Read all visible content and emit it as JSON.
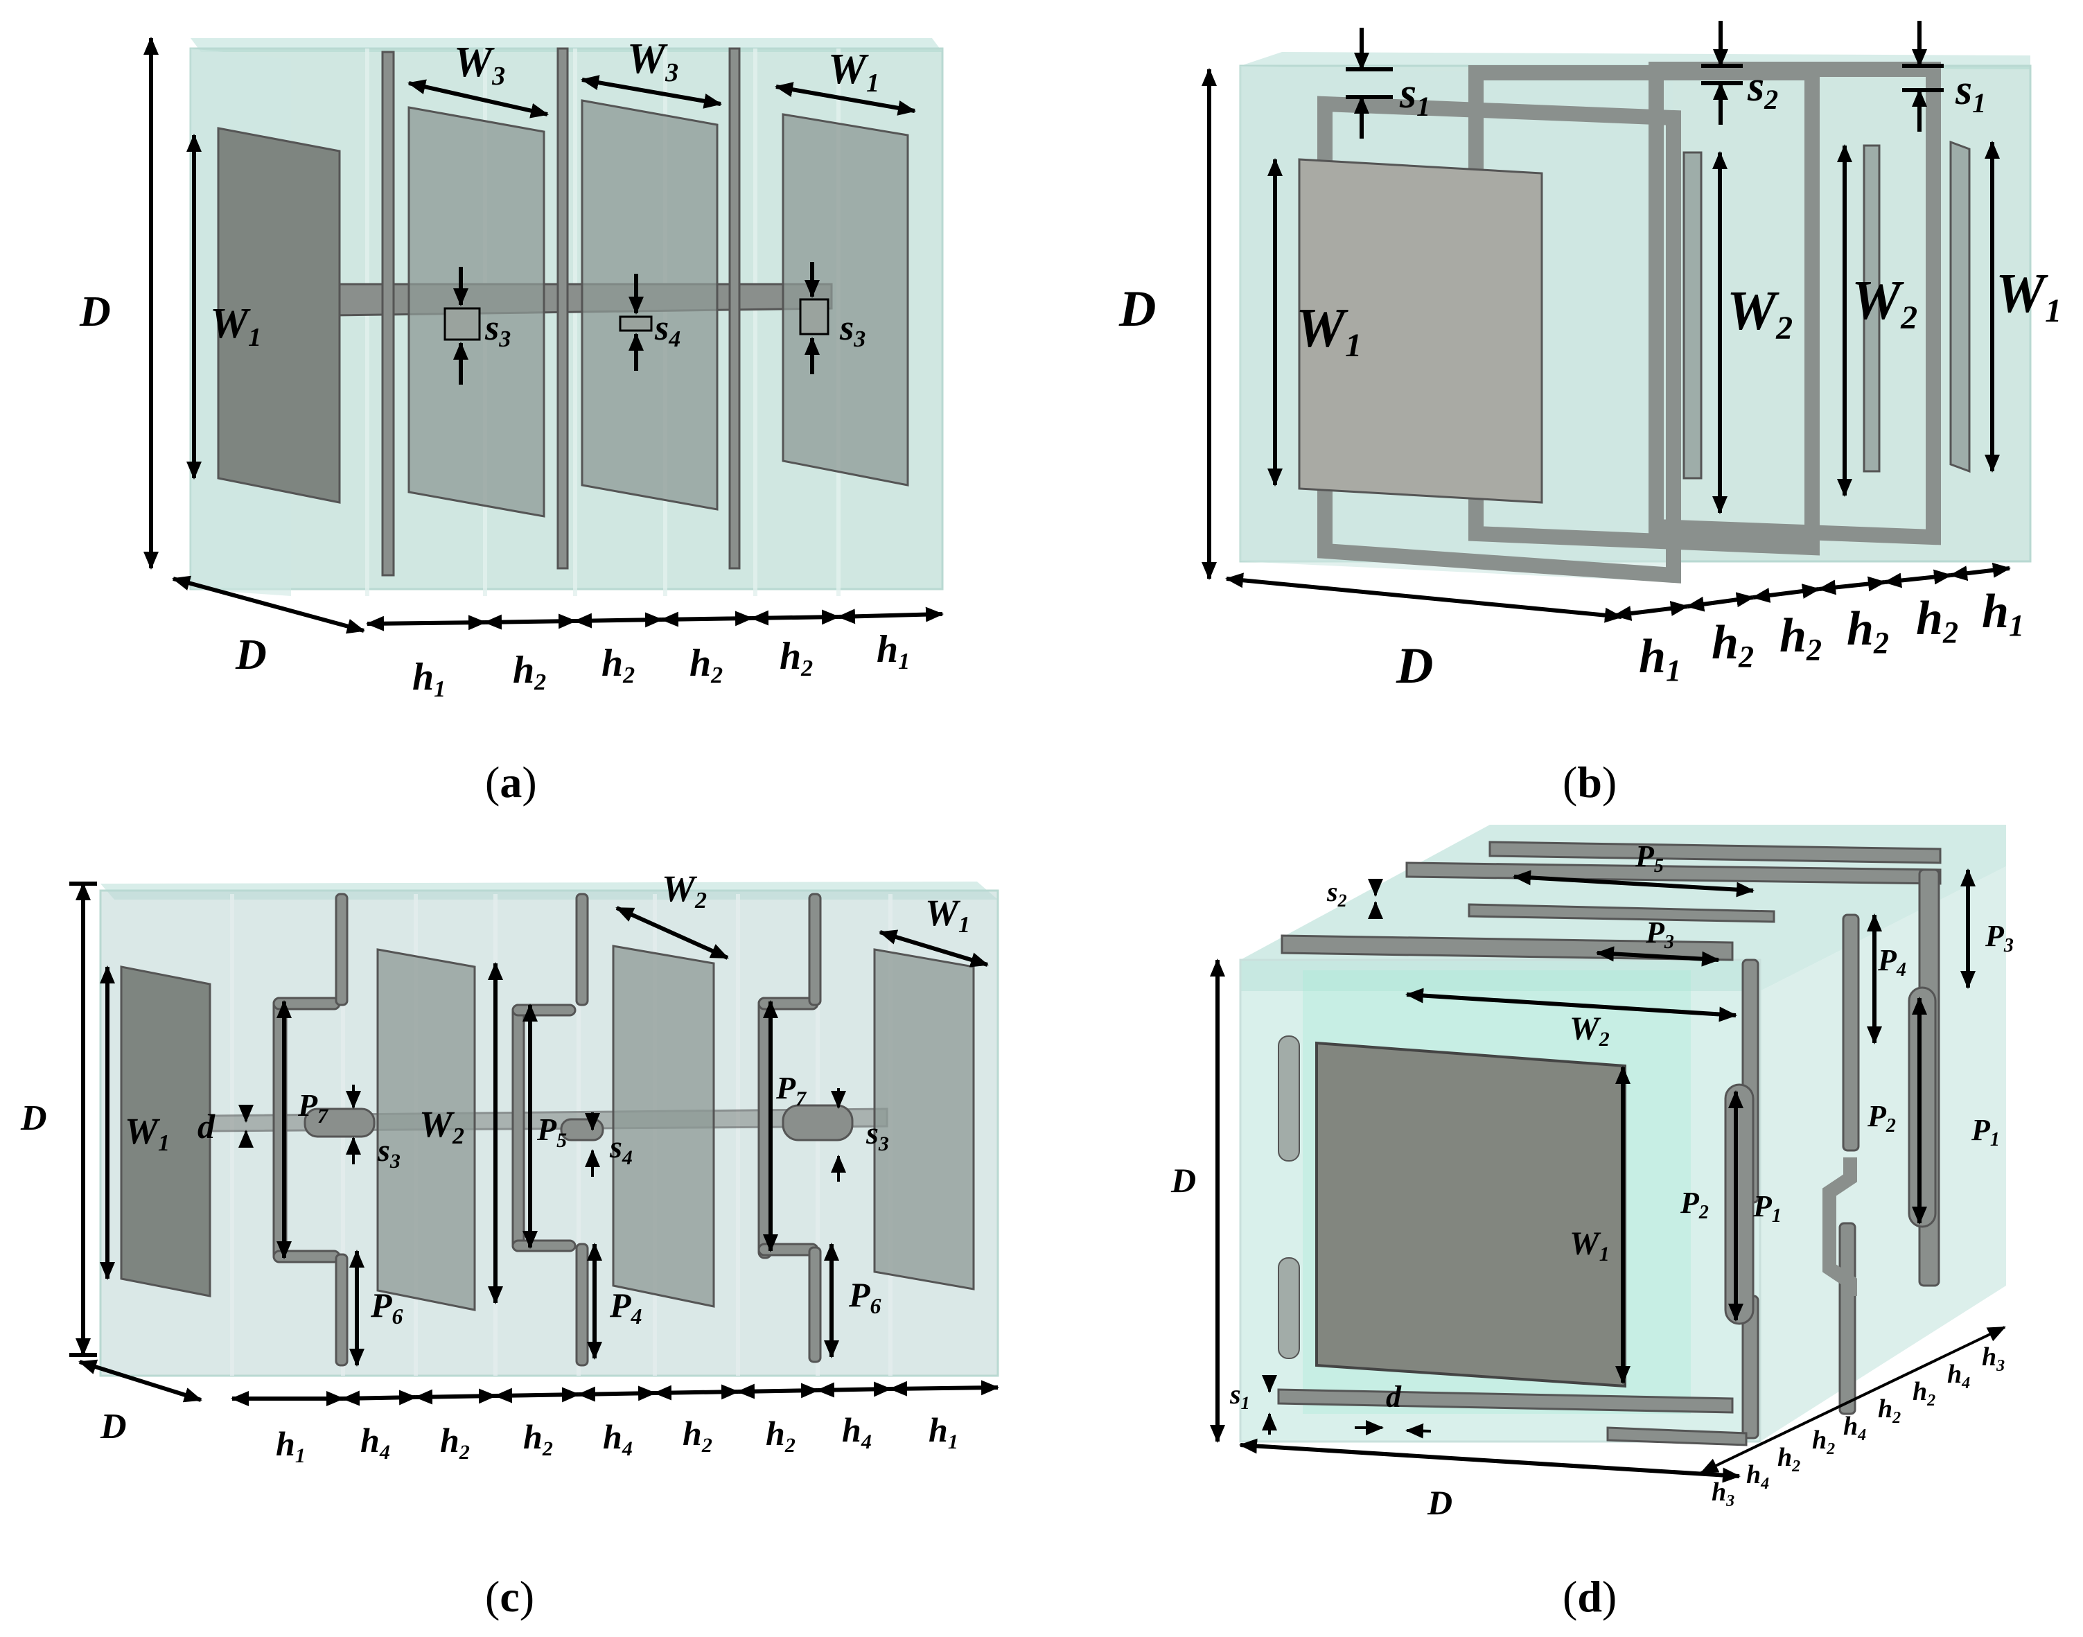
{
  "panels": {
    "a": {
      "caption_letter": "a",
      "labels": {
        "D_vert": "D",
        "D_depth": "D",
        "W3_1": "W",
        "W3_1_sub": "3",
        "W3_2": "W",
        "W3_2_sub": "3",
        "W1_top": "W",
        "W1_top_sub": "1",
        "W1_left": "W",
        "W1_left_sub": "1",
        "s3_1": "s",
        "s3_1_sub": "3",
        "s4": "s",
        "s4_sub": "4",
        "s3_2": "s",
        "s3_2_sub": "3",
        "h": [
          {
            "t": "h",
            "s": "1"
          },
          {
            "t": "h",
            "s": "2"
          },
          {
            "t": "h",
            "s": "2"
          },
          {
            "t": "h",
            "s": "2"
          },
          {
            "t": "h",
            "s": "2"
          },
          {
            "t": "h",
            "s": "1"
          }
        ]
      }
    },
    "b": {
      "caption_letter": "b",
      "labels": {
        "D_vert": "D",
        "D_bottom": "D",
        "W1_left": "W",
        "W1_left_sub": "1",
        "W2_1": "W",
        "W2_1_sub": "2",
        "W2_2": "W",
        "W2_2_sub": "2",
        "W1_right": "W",
        "W1_right_sub": "1",
        "s1_1": "s",
        "s1_1_sub": "1",
        "s2": "s",
        "s2_sub": "2",
        "s1_2": "s",
        "s1_2_sub": "1",
        "h": [
          {
            "t": "h",
            "s": "1"
          },
          {
            "t": "h",
            "s": "2"
          },
          {
            "t": "h",
            "s": "2"
          },
          {
            "t": "h",
            "s": "2"
          },
          {
            "t": "h",
            "s": "2"
          },
          {
            "t": "h",
            "s": "1"
          }
        ]
      }
    },
    "c": {
      "caption_letter": "c",
      "labels": {
        "D_vert": "D",
        "D_depth": "D",
        "W1_left": "W",
        "W1_left_sub": "1",
        "W2_mid": "W",
        "W2_mid_sub": "2",
        "W2_top": "W",
        "W2_top_sub": "2",
        "W1_top": "W",
        "W1_top_sub": "1",
        "d": "d",
        "P7_1": "P",
        "P7_1_sub": "7",
        "P7_2": "P",
        "P7_2_sub": "7",
        "P5": "P",
        "P5_sub": "5",
        "P6_1": "P",
        "P6_1_sub": "6",
        "P4": "P",
        "P4_sub": "4",
        "P6_2": "P",
        "P6_2_sub": "6",
        "s3_1": "s",
        "s3_1_sub": "3",
        "s4": "s",
        "s4_sub": "4",
        "s3_2": "s",
        "s3_2_sub": "3",
        "h": [
          {
            "t": "h",
            "s": "1"
          },
          {
            "t": "h",
            "s": "4"
          },
          {
            "t": "h",
            "s": "2"
          },
          {
            "t": "h",
            "s": "2"
          },
          {
            "t": "h",
            "s": "4"
          },
          {
            "t": "h",
            "s": "2"
          },
          {
            "t": "h",
            "s": "2"
          },
          {
            "t": "h",
            "s": "4"
          },
          {
            "t": "h",
            "s": "1"
          }
        ]
      }
    },
    "d": {
      "caption_letter": "d",
      "labels": {
        "D_vert": "D",
        "D_bottom": "D",
        "s2": "s",
        "s2_sub": "2",
        "s1": "s",
        "s1_sub": "1",
        "d": "d",
        "P5": "P",
        "P5_sub": "5",
        "P3_mid": "P",
        "P3_mid_sub": "3",
        "P3_right": "P",
        "P3_right_sub": "3",
        "P4": "P",
        "P4_sub": "4",
        "P2_right": "P",
        "P2_right_sub": "2",
        "P1_right": "P",
        "P1_right_sub": "1",
        "P2_mid": "P",
        "P2_mid_sub": "2",
        "P1_mid": "P",
        "P1_mid_sub": "1",
        "W2": "W",
        "W2_sub": "2",
        "W1": "W",
        "W1_sub": "1",
        "h_front": [
          {
            "t": "h",
            "s": "3"
          },
          {
            "t": "h",
            "s": "4"
          },
          {
            "t": "h",
            "s": "2"
          },
          {
            "t": "h",
            "s": "2"
          },
          {
            "t": "h",
            "s": "4"
          },
          {
            "t": "h",
            "s": "2"
          },
          {
            "t": "h",
            "s": "2"
          },
          {
            "t": "h",
            "s": "4"
          },
          {
            "t": "h",
            "s": "3"
          }
        ]
      }
    }
  }
}
